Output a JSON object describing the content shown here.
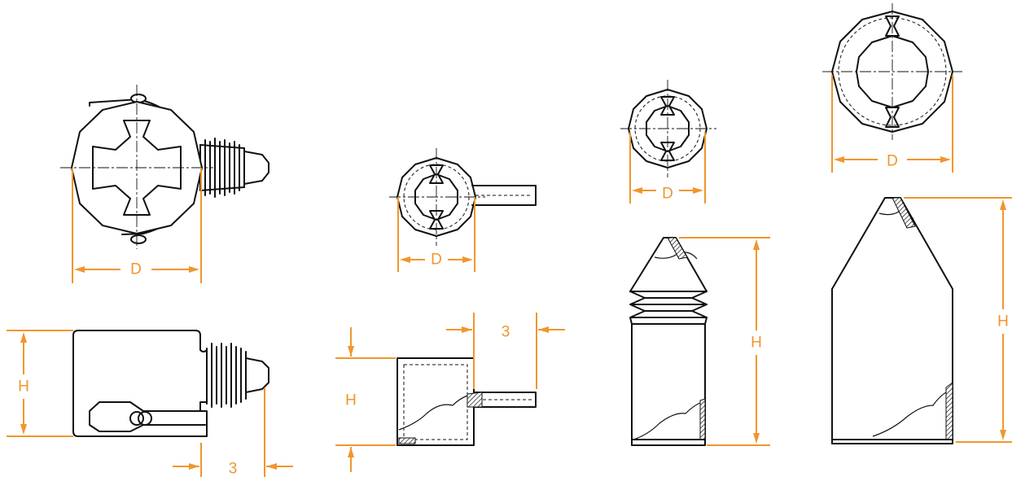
{
  "colors": {
    "line": "#111111",
    "dimension": "#f0962d",
    "background": "#ffffff"
  },
  "labels": {
    "d1": "D",
    "d2": "D",
    "d3": "D",
    "d4": "D",
    "h1": "H",
    "h2": "H",
    "h3": "H",
    "h4": "H",
    "t1": "3",
    "t2": "3"
  }
}
